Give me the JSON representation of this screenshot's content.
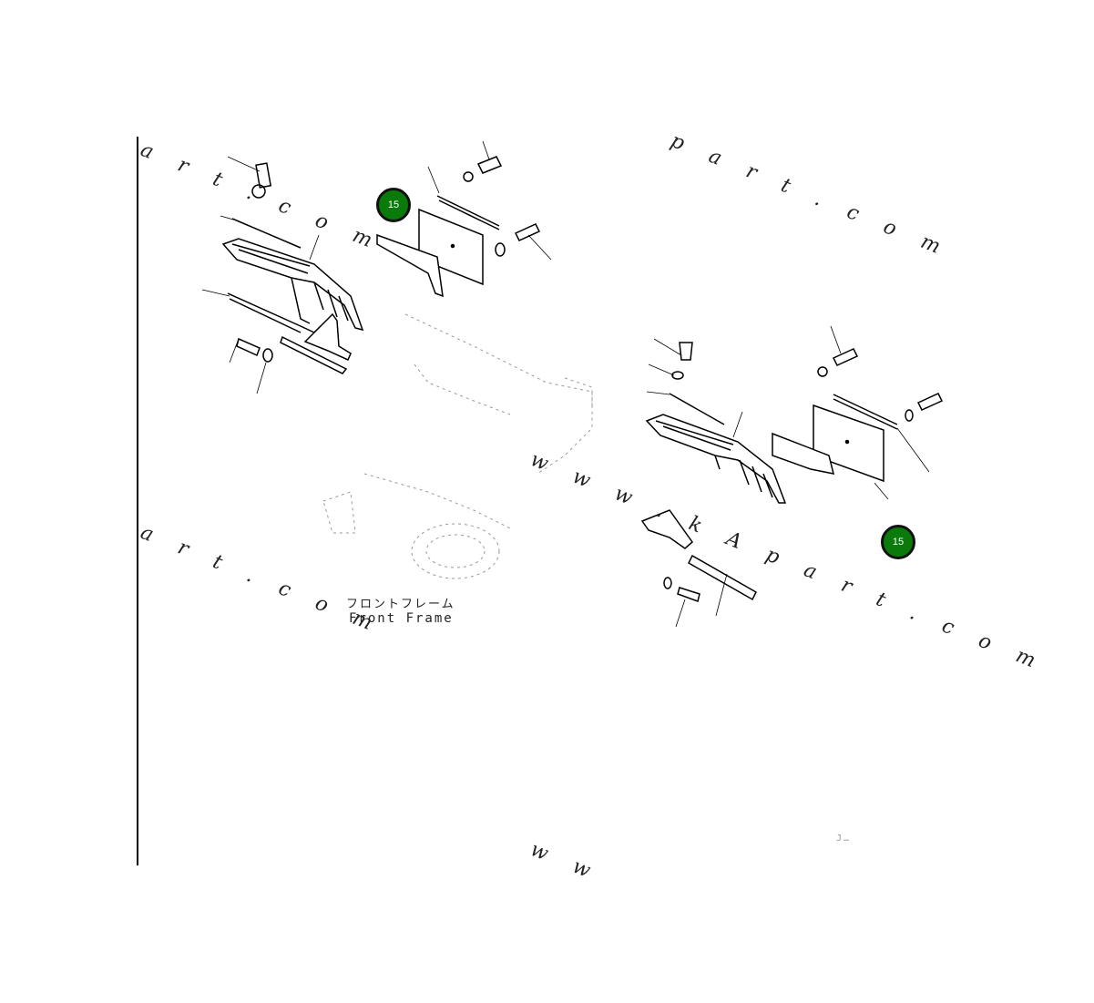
{
  "watermarks": {
    "top_left": "a r t . c o m",
    "top_right": "p a r t . c o m",
    "mid_left": "a r t . c o m",
    "center": "w w w . k A p a r t . c o m",
    "bottom": "w w"
  },
  "callouts": [
    {
      "number": "15"
    },
    {
      "number": "15"
    }
  ],
  "labels": {
    "front_frame_jp": "フロントフレーム",
    "front_frame_en": "Front Frame",
    "drawing_code": "J…"
  },
  "colors": {
    "callout_fill": "#0a7a0a",
    "line": "#000000"
  }
}
